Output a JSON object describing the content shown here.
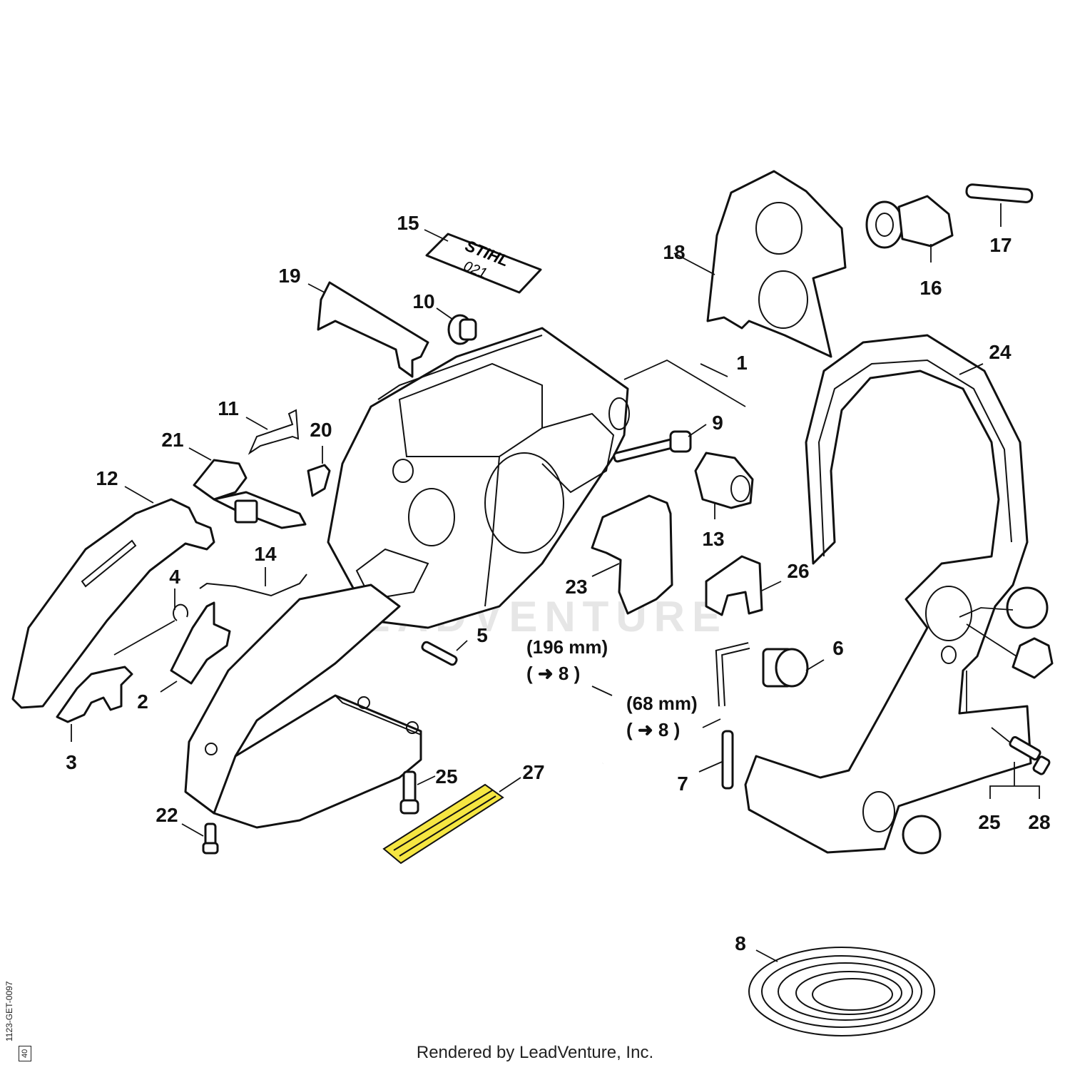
{
  "labels": [
    {
      "id": "1",
      "text": "1"
    },
    {
      "id": "2",
      "text": "2"
    },
    {
      "id": "3",
      "text": "3"
    },
    {
      "id": "4",
      "text": "4"
    },
    {
      "id": "5",
      "text": "5"
    },
    {
      "id": "6",
      "text": "6"
    },
    {
      "id": "7",
      "text": "7"
    },
    {
      "id": "8",
      "text": "8"
    },
    {
      "id": "9",
      "text": "9"
    },
    {
      "id": "10",
      "text": "10"
    },
    {
      "id": "11",
      "text": "11"
    },
    {
      "id": "12",
      "text": "12"
    },
    {
      "id": "13",
      "text": "13"
    },
    {
      "id": "14",
      "text": "14"
    },
    {
      "id": "15",
      "text": "15"
    },
    {
      "id": "16",
      "text": "16"
    },
    {
      "id": "17",
      "text": "17"
    },
    {
      "id": "18",
      "text": "18"
    },
    {
      "id": "19",
      "text": "19"
    },
    {
      "id": "20",
      "text": "20"
    },
    {
      "id": "21",
      "text": "21"
    },
    {
      "id": "22",
      "text": "22"
    },
    {
      "id": "23",
      "text": "23"
    },
    {
      "id": "24",
      "text": "24"
    },
    {
      "id": "25a",
      "text": "25"
    },
    {
      "id": "25b",
      "text": "25"
    },
    {
      "id": "26",
      "text": "26"
    },
    {
      "id": "27",
      "text": "27"
    },
    {
      "id": "28",
      "text": "28"
    }
  ],
  "notes": {
    "hose_long_length": "(196 mm)",
    "hose_long_ref": "( ➜ 8 )",
    "hose_short_length": "(68 mm)",
    "hose_short_ref": "( ➜ 8 )"
  },
  "decal": {
    "brand": "STIHL",
    "model": "021"
  },
  "watermark": "LEADVENTURE",
  "drawing_code": "1123-GET-0097",
  "sheet_number": "40",
  "footer": "Rendered by LeadVenture, Inc.",
  "colors": {
    "line": "#111111",
    "highlight": "#f5e642",
    "watermark": "#e6e6e6"
  }
}
